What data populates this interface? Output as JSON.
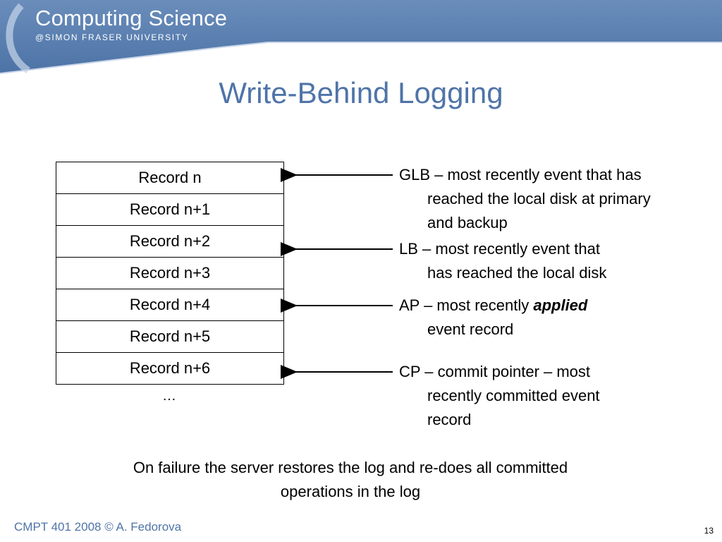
{
  "header": {
    "brand_title": "Computing Science",
    "brand_subtitle": "@SIMON FRASER UNIVERSITY"
  },
  "slide": {
    "title": "Write-Behind Logging",
    "records": [
      "Record n",
      "Record n+1",
      "Record n+2",
      "Record n+3",
      "Record n+4",
      "Record n+5",
      "Record n+6"
    ],
    "records_more": "…",
    "pointers": {
      "glb": {
        "line1": "GLB – most recently event that has",
        "line2": "reached the local disk at primary",
        "line3": "and backup"
      },
      "lb": {
        "line1": "LB – most recently event that",
        "line2": "has reached the local disk"
      },
      "ap": {
        "line1_pre": "AP – most recently ",
        "line1_em": "applied",
        "line2": "event record"
      },
      "cp": {
        "line1": "CP – commit pointer – most",
        "line2": "recently committed event",
        "line3": "record"
      }
    },
    "note": {
      "line1": "On failure the server restores the log and re-does all committed",
      "line2": "operations in the log"
    }
  },
  "footer": {
    "course": "CMPT 401 2008  © A. Fedorova",
    "page_number": "13"
  },
  "colors": {
    "banner": "#5b7fae",
    "title": "#4f74a8"
  }
}
